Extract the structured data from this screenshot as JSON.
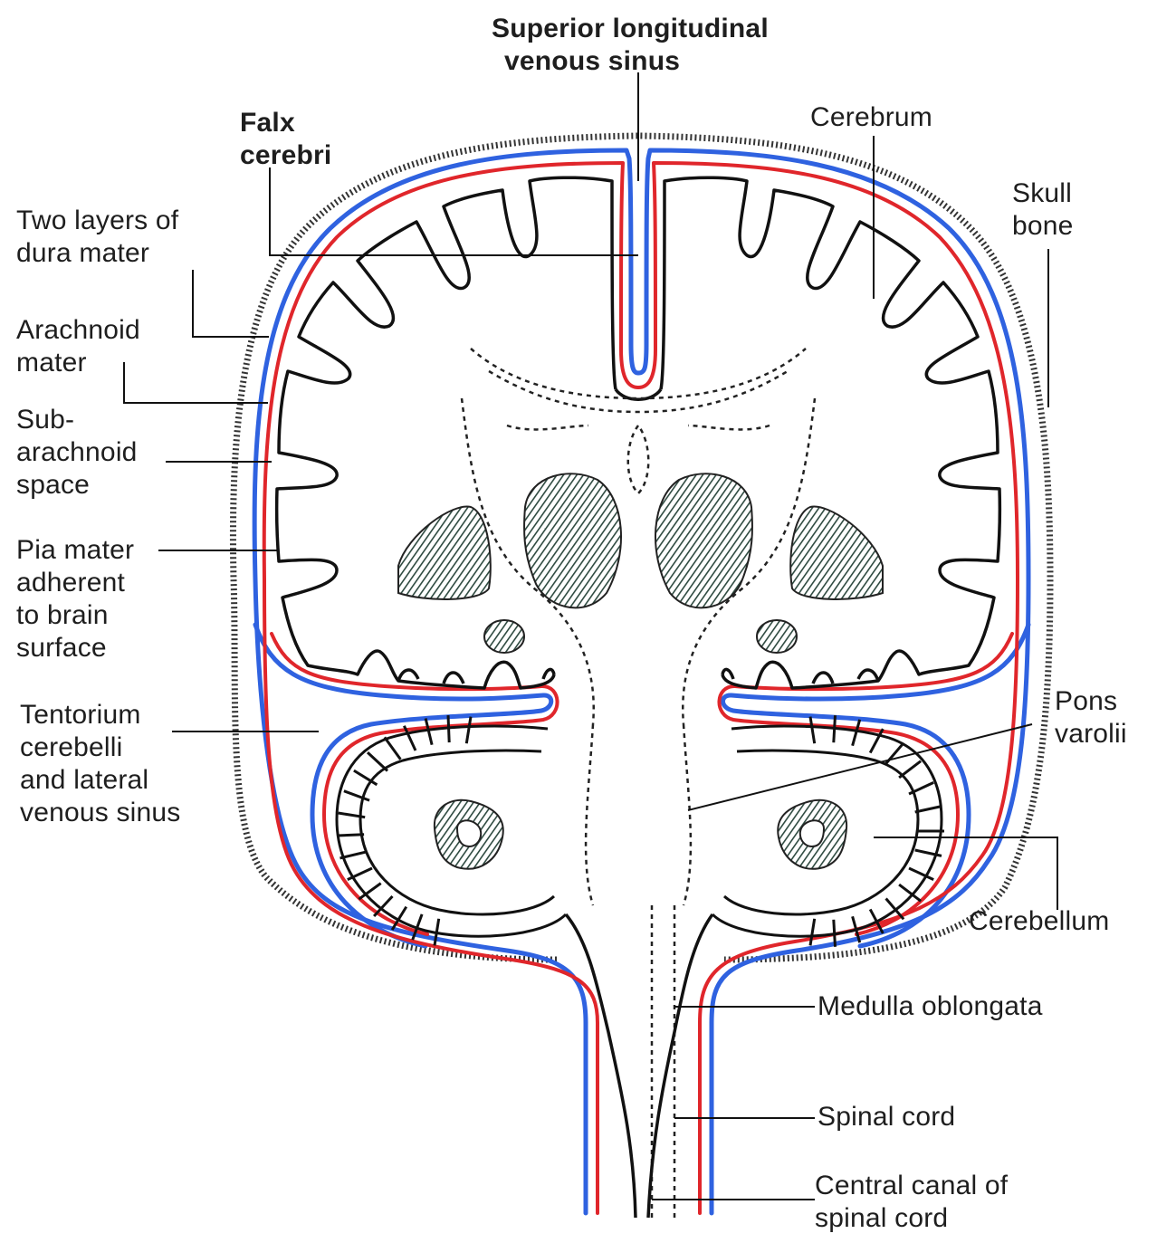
{
  "labels": {
    "superior_sinus": [
      "Superior longitudinal",
      "venous sinus"
    ],
    "falx": [
      "Falx",
      "cerebri"
    ],
    "cerebrum": [
      "Cerebrum"
    ],
    "skull": [
      "Skull",
      "bone"
    ],
    "dura": [
      "Two layers of",
      "dura mater"
    ],
    "arachnoid": [
      "Arachnoid",
      "mater"
    ],
    "subarachnoid": [
      "Sub-",
      "arachnoid",
      "space"
    ],
    "pia": [
      "Pia mater",
      "adherent",
      "to brain",
      "surface"
    ],
    "tentorium": [
      "Tentorium",
      "cerebelli",
      "and lateral",
      "venous sinus"
    ],
    "pons": [
      "Pons",
      "varolii"
    ],
    "cerebellum": [
      "Cerebellum"
    ],
    "medulla": [
      "Medulla oblongata"
    ],
    "spinal_cord": [
      "Spinal cord"
    ],
    "central_canal": [
      "Central canal of",
      "spinal cord"
    ]
  },
  "colors": {
    "dura": "#2f62e0",
    "arachnoid": "#e0262b",
    "outline": "#111111",
    "shading": "#2e4a40"
  }
}
